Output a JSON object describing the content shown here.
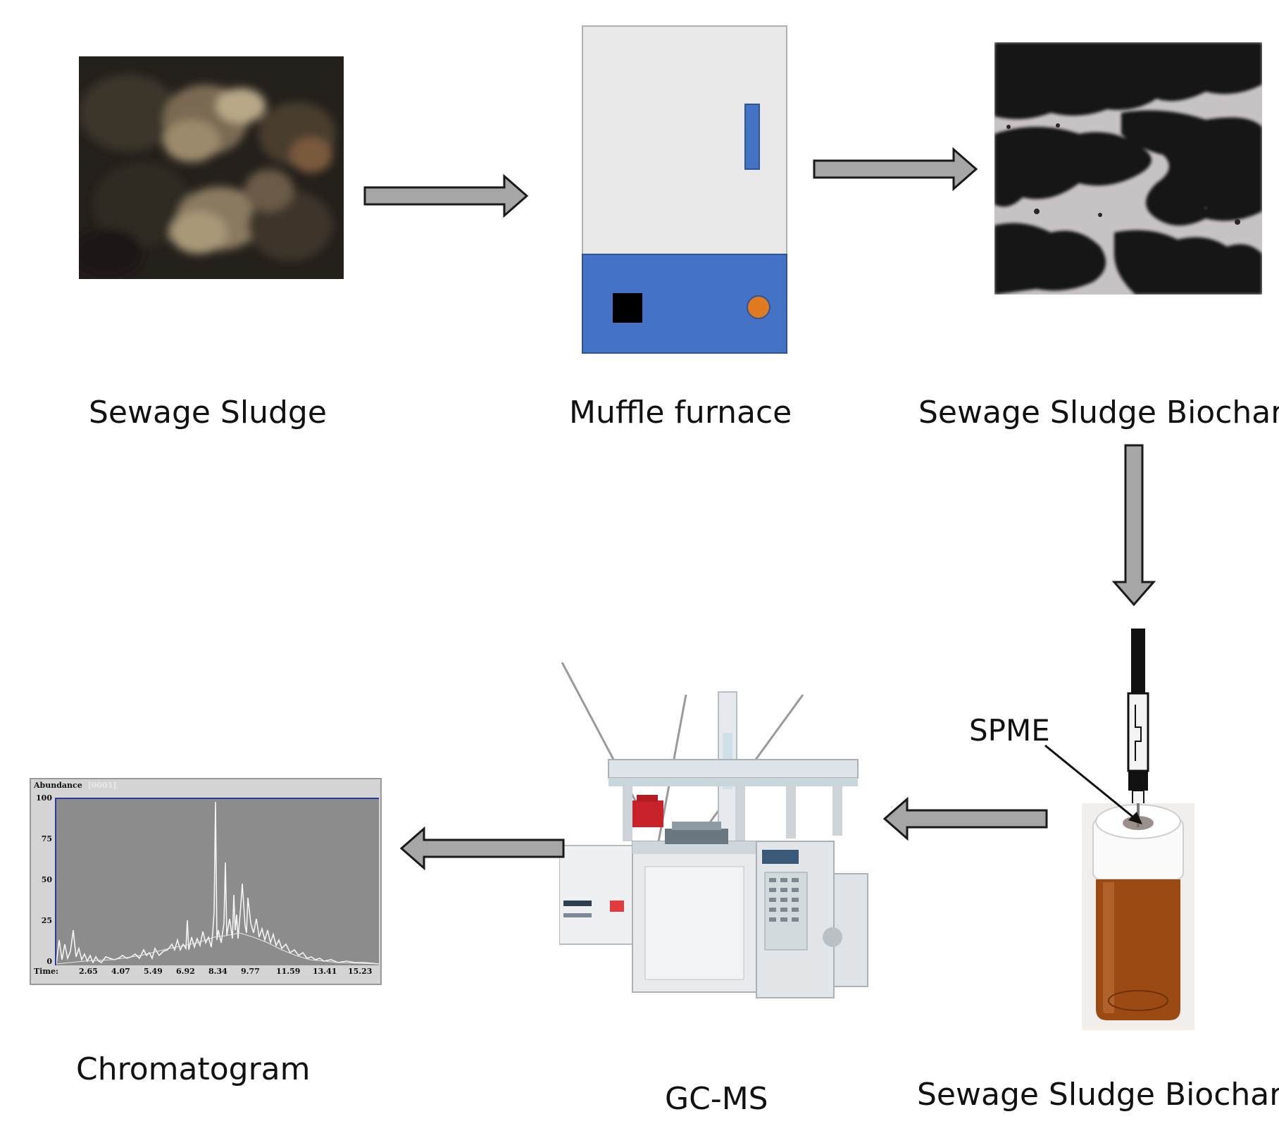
{
  "labels": {
    "sewage_sludge": "Sewage Sludge",
    "muffle_furnace": "Muffle furnace",
    "biochar_top": "Sewage Sludge Biochar",
    "spme": "SPME",
    "biochar_bottom": "Sewage Sludge Biochar",
    "gcms": "GC-MS",
    "chromatogram": "Chromatogram"
  },
  "chromatogram": {
    "header_label": "Abundance",
    "header_scan": "[0001]",
    "y_ticks": [
      "100",
      "75",
      "50",
      "25",
      "0"
    ],
    "x_label": "Time:",
    "x_ticks": [
      "2.65",
      "4.07",
      "5.49",
      "6.92",
      "8.34",
      "9.77",
      "11.59",
      "13.41",
      "15.23"
    ]
  },
  "colors": {
    "arrow_fill": "#a6a6a6",
    "furnace_body": "#e8e8e8",
    "furnace_panel": "#4472c4",
    "furnace_knob": "#e07a1f",
    "chart_bg": "#8c8c8c",
    "vial_amber": "#9b4a14"
  }
}
